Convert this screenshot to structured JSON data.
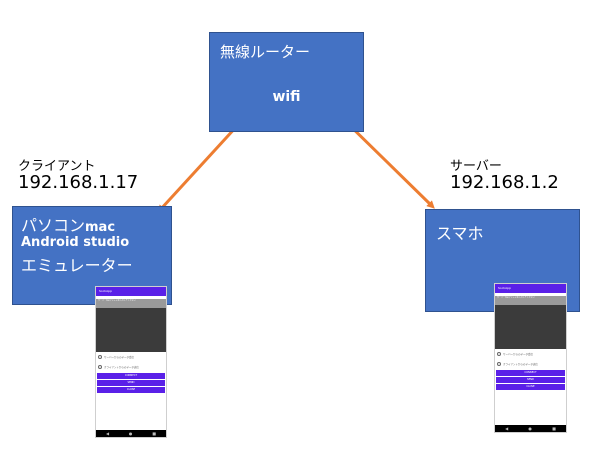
{
  "router": {
    "title": "無線ルーター",
    "subtitle": "wifi"
  },
  "client": {
    "role_label": "クライアント",
    "ip": "192.168.1.17",
    "box": {
      "line1": "パソコン",
      "line1_suffix": "mac",
      "line2": "Android studio",
      "line3": "エミュレーター"
    },
    "app": {
      "title": "SockApp",
      "gray_text": "サーバーのIPアドレスを入力してください",
      "checks": [
        "サーバーからのデータ受信",
        "クライアントからのデータ送信"
      ],
      "buttons": [
        "CONNECT",
        "SEND",
        "CLOSE"
      ],
      "nav": [
        "◀",
        "●",
        "■"
      ]
    }
  },
  "server": {
    "role_label": "サーバー",
    "ip": "192.168.1.2",
    "box": {
      "title": "スマホ"
    },
    "app": {
      "title": "SockApp",
      "gray_text": "サーバーのIPアドレスを入力してください",
      "checks": [
        "サーバーからのデータ受信",
        "クライアントからのデータ送信"
      ],
      "buttons": [
        "CONNECT",
        "SEND",
        "CLOSE"
      ],
      "nav": [
        "◀",
        "●",
        "■"
      ]
    }
  },
  "colors": {
    "box_fill": "#4472C4",
    "box_border": "#2F528F",
    "arrow": "#ED7D31",
    "app_bar": "#5A20E8"
  }
}
